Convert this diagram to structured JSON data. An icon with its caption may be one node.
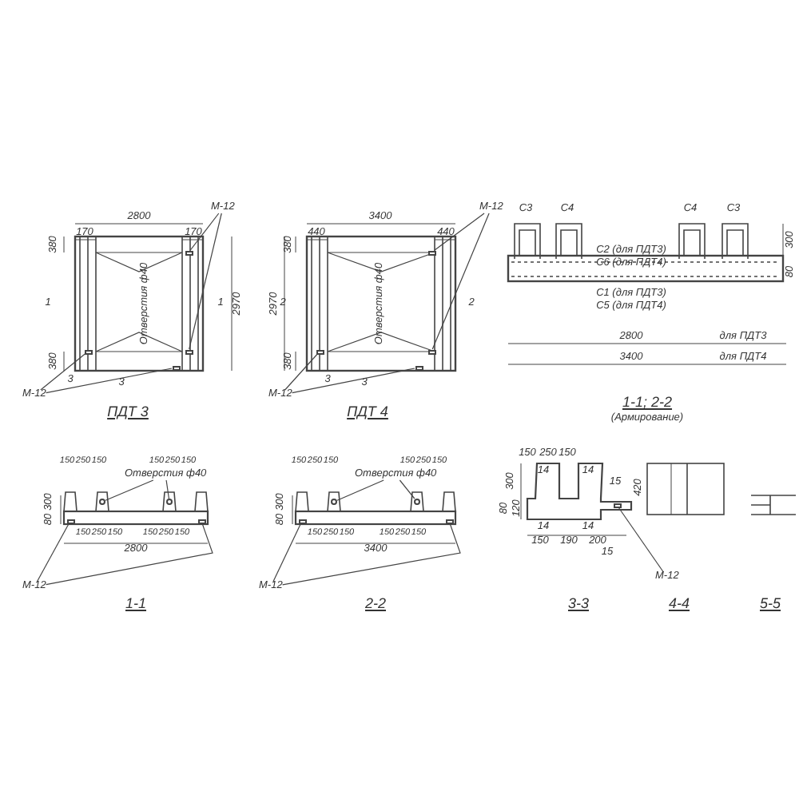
{
  "diagram": {
    "nodes": [
      {
        "text": [
          "М-12"
        ]
      },
      {
        "text": [
          "М-12"
        ]
      },
      {
        "text": [
          "М-12"
        ]
      },
      {
        "text": [
          "М-12"
        ]
      },
      {
        "text": [
          "Отверстия ф40"
        ]
      },
      {
        "text": [
          "М-12"
        ]
      },
      {
        "text": [
          "Отверстия ф40"
        ]
      },
      {
        "text": [
          "М-12"
        ]
      },
      {
        "text": [
          "М-12"
        ]
      },
      {
        "text": [],
        "shape": "box"
      },
      {
        "text": [],
        "shape": "box"
      },
      {
        "text": [],
        "shape": "box"
      },
      {
        "text": [],
        "shape": "box"
      },
      {
        "text": [],
        "shape": "box"
      },
      {
        "text": [],
        "shape": "box"
      },
      {
        "text": [],
        "shape": "box"
      },
      {
        "text": [],
        "shape": "box"
      },
      {
        "text": [],
        "shape": "circle"
      },
      {
        "text": [],
        "shape": "circle"
      },
      {
        "text": [],
        "shape": "box"
      },
      {
        "text": [],
        "shape": "box"
      },
      {
        "text": [],
        "shape": "circle"
      },
      {
        "text": [],
        "shape": "circle"
      },
      {
        "text": [],
        "shape": "box"
      },
      {
        "text": [],
        "shape": "box"
      },
      {
        "text": [],
        "shape": "box"
      }
    ],
    "edges": [
      {
        "from": 0,
        "to": 9,
        "arrow": "none"
      },
      {
        "from": 0,
        "to": 10,
        "arrow": "none"
      },
      {
        "from": 1,
        "to": 11,
        "arrow": "none"
      },
      {
        "from": 1,
        "to": 12,
        "arrow": "none"
      },
      {
        "from": 2,
        "to": 13,
        "arrow": "none"
      },
      {
        "from": 2,
        "to": 14,
        "arrow": "none"
      },
      {
        "from": 3,
        "to": 15,
        "arrow": "none"
      },
      {
        "from": 3,
        "to": 16,
        "arrow": "none"
      },
      {
        "from": 4,
        "to": 17,
        "arrow": "none"
      },
      {
        "from": 4,
        "to": 18,
        "arrow": "none"
      },
      {
        "from": 5,
        "to": 19,
        "arrow": "none"
      },
      {
        "from": 5,
        "to": 20,
        "arrow": "none"
      },
      {
        "from": 6,
        "to": 21,
        "arrow": "none"
      },
      {
        "from": 6,
        "to": 22,
        "arrow": "none"
      },
      {
        "from": 7,
        "to": 23,
        "arrow": "none"
      },
      {
        "from": 7,
        "to": 24,
        "arrow": "none"
      },
      {
        "from": 8,
        "to": 25,
        "arrow": "none"
      }
    ],
    "labels": [
      "2800",
      "170",
      "170",
      "380",
      "1",
      "1",
      "Отверстия ф40",
      "2970",
      "380",
      "3",
      "3",
      "ПДТ 3",
      "3400",
      "440",
      "440",
      "380",
      "2970",
      "2",
      "Отверстия ф40",
      "2",
      "380",
      "3",
      "3",
      "ПДТ 4",
      "С3",
      "С4",
      "С4",
      "С3",
      "С2 (для ПДТ3)",
      "С6 (для ПДТ4)",
      "300",
      "80",
      "С1 (для ПДТ3)",
      "С5 (для ПДТ4)",
      "2800",
      "для ПДТ3",
      "3400",
      "для ПДТ4",
      "1-1; 2-2",
      "(Армирование)",
      "150",
      "250",
      "150",
      "150",
      "250",
      "150",
      "300",
      "80",
      "150",
      "250",
      "150",
      "150",
      "250",
      "150",
      "2800",
      "1-1",
      "150",
      "250",
      "150",
      "150",
      "250",
      "150",
      "300",
      "80",
      "150",
      "250",
      "150",
      "150",
      "250",
      "150",
      "3400",
      "2-2",
      "150",
      "250",
      "150",
      "14",
      "14",
      "300",
      "80",
      "120",
      "15",
      "14",
      "14",
      "15",
      "150",
      "190",
      "200",
      "3-3",
      "420",
      "4-4",
      "5-5"
    ]
  }
}
